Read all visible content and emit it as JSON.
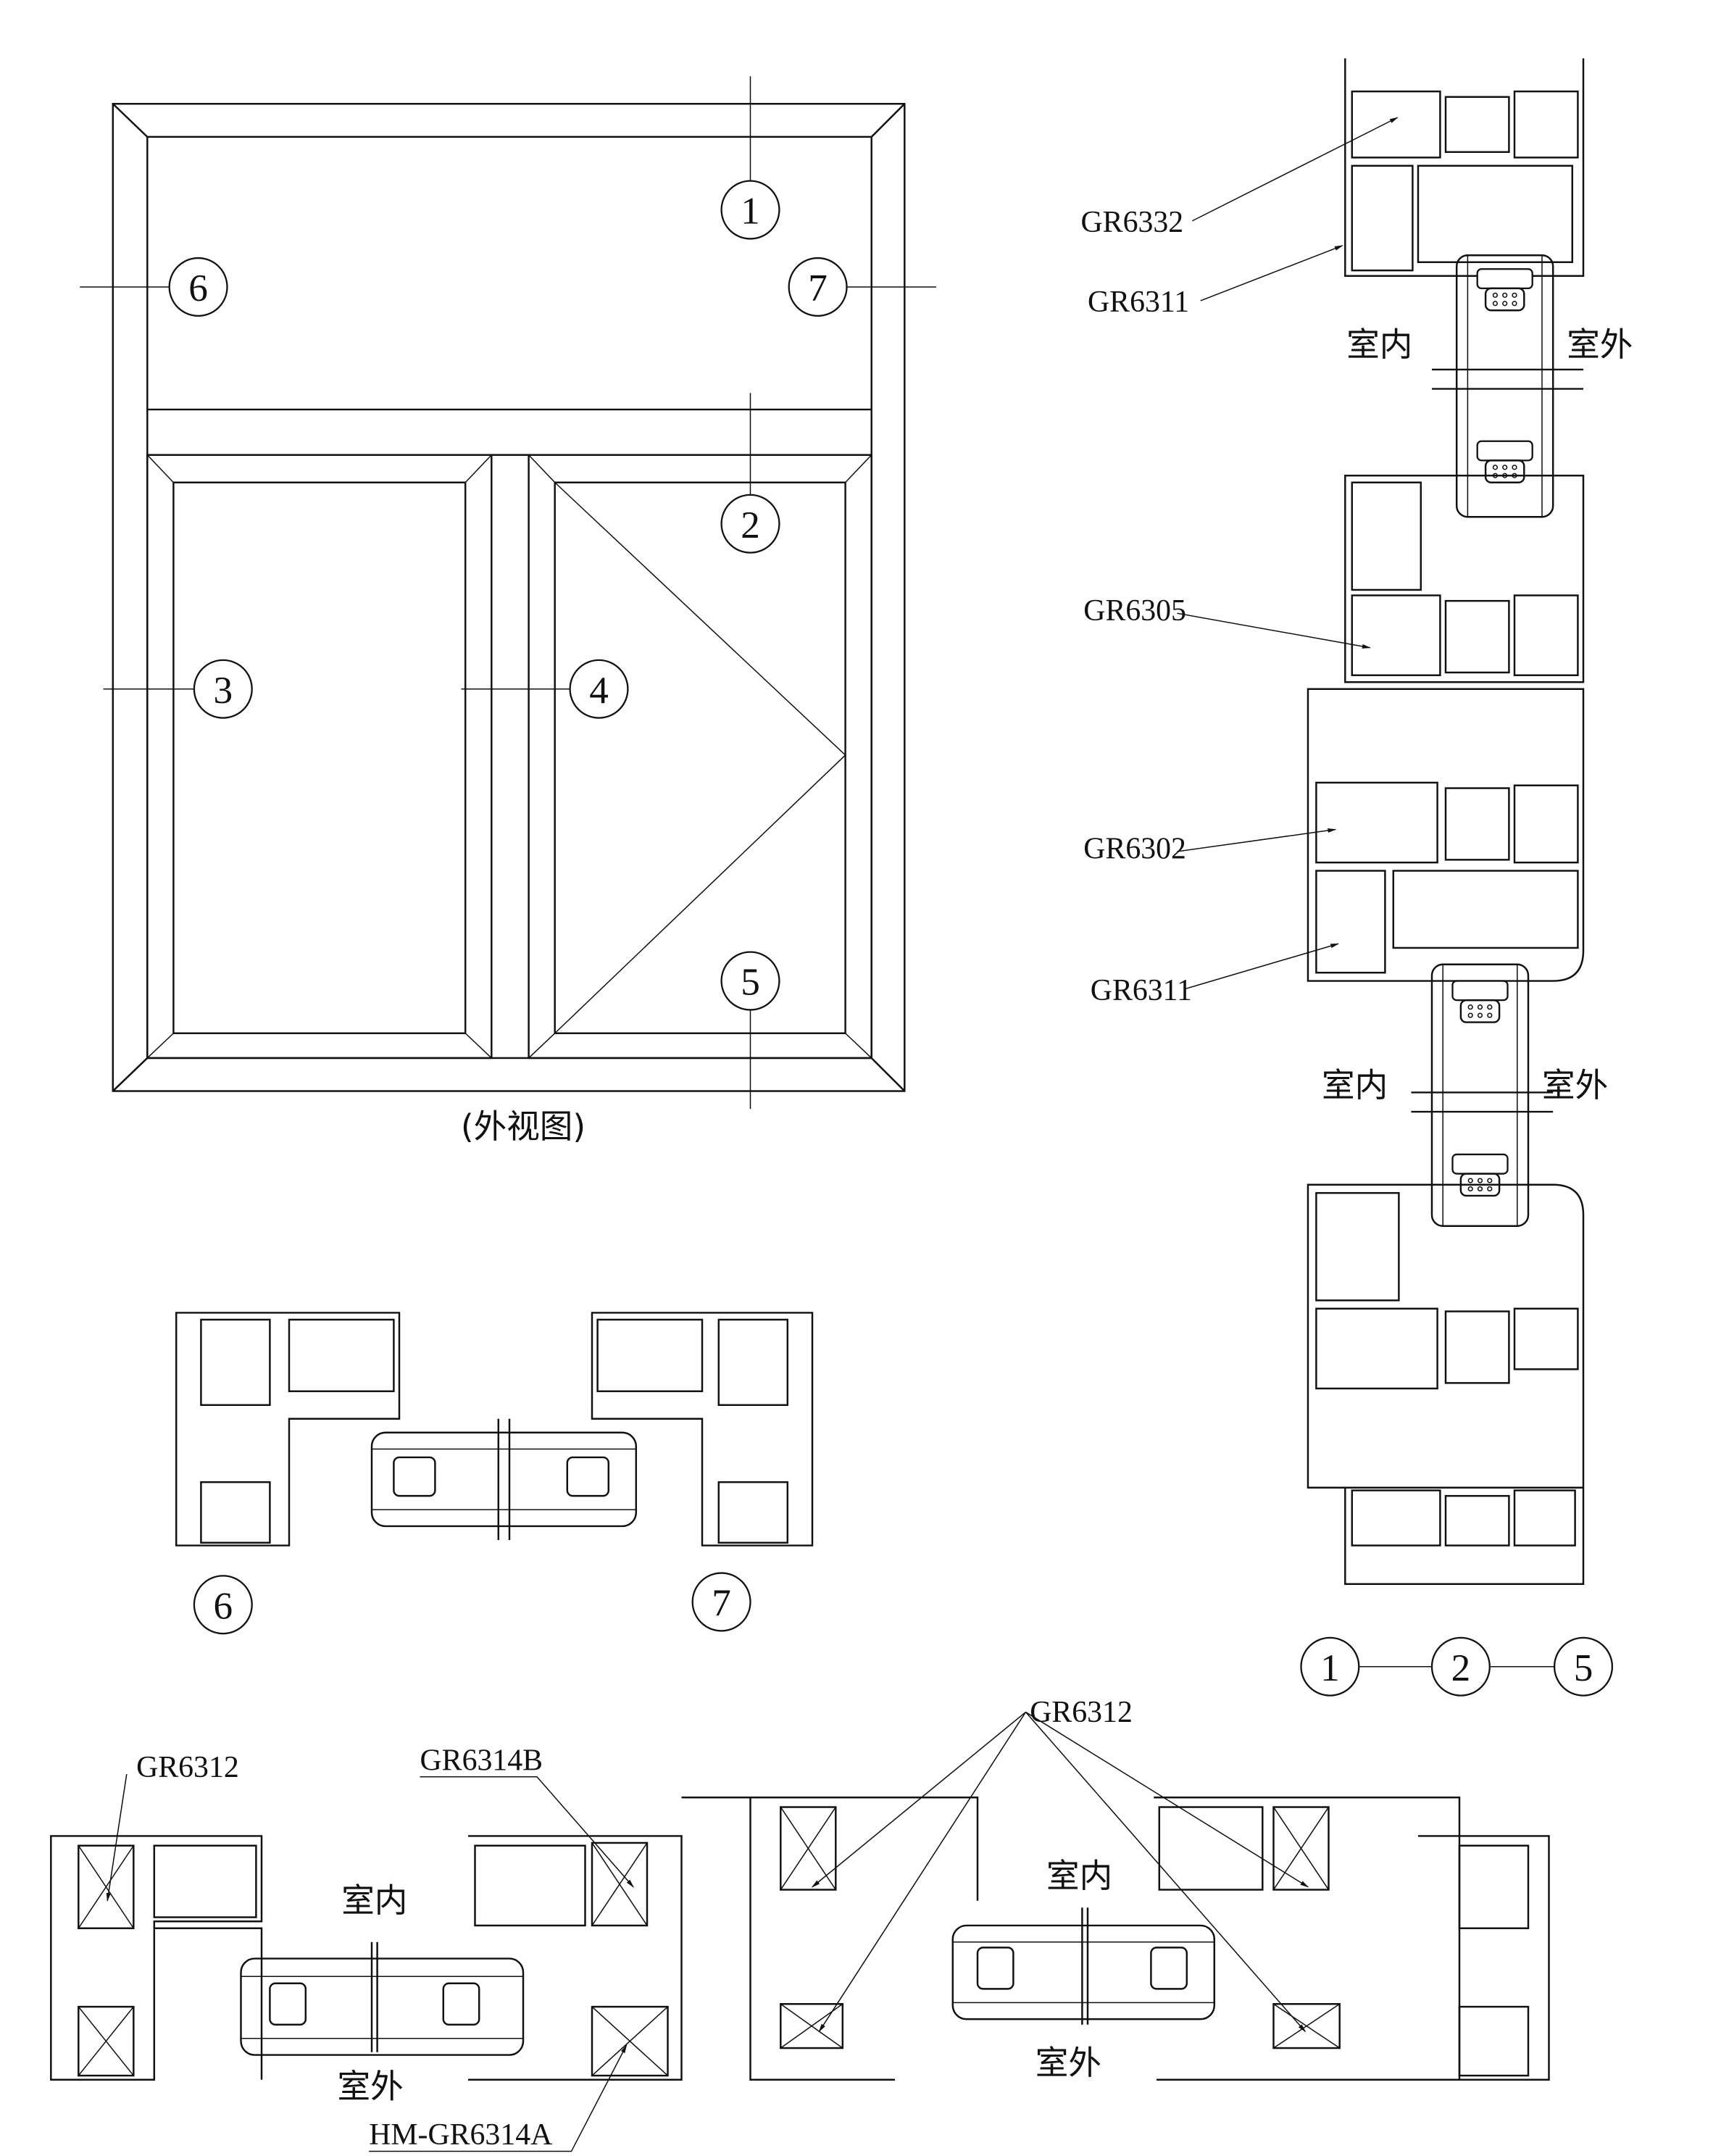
{
  "elevation": {
    "caption": "(外视图)",
    "markers": [
      "1",
      "2",
      "3",
      "4",
      "5",
      "6",
      "7"
    ]
  },
  "vertical_section": {
    "labels": [
      "GR6332",
      "GR6311",
      "GR6305",
      "GR6302",
      "GR6311"
    ],
    "indoor": "室内",
    "outdoor": "室外",
    "key": [
      "1",
      "2",
      "5"
    ]
  },
  "horizontal_section_small": {
    "key_left": "6",
    "key_right": "7"
  },
  "bottom_section": {
    "label_left": "GR6312",
    "label_b": "GR6314B",
    "label_a": "HM-GR6314A",
    "label_right": "GR6312",
    "indoor": "室内",
    "outdoor": "室外"
  }
}
